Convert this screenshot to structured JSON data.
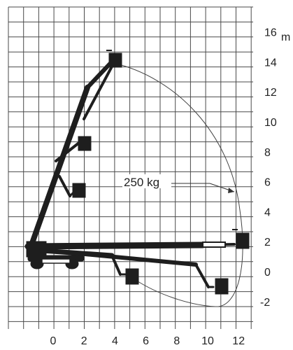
{
  "diagram": {
    "title": "",
    "x_unit": "",
    "y_unit": "m",
    "x_ticks": [
      0,
      2,
      4,
      6,
      8,
      10,
      12
    ],
    "y_ticks": [
      {
        "value": 16,
        "label": "16"
      },
      {
        "value": 14,
        "label": "14"
      },
      {
        "value": 12,
        "label": "12"
      },
      {
        "value": 10,
        "label": "10"
      },
      {
        "value": 8,
        "label": "8"
      },
      {
        "value": 6,
        "label": "6"
      },
      {
        "value": 4,
        "label": "4"
      },
      {
        "value": 2,
        "label": "2"
      },
      {
        "value": 0,
        "label": "0"
      },
      {
        "value": -2,
        "label": "-2"
      }
    ],
    "load_label": "250 kg",
    "colors": {
      "grid": "#4a4a4a",
      "boom": "#1e1e1e",
      "envelope": "#444444",
      "text": "#222222"
    }
  }
}
